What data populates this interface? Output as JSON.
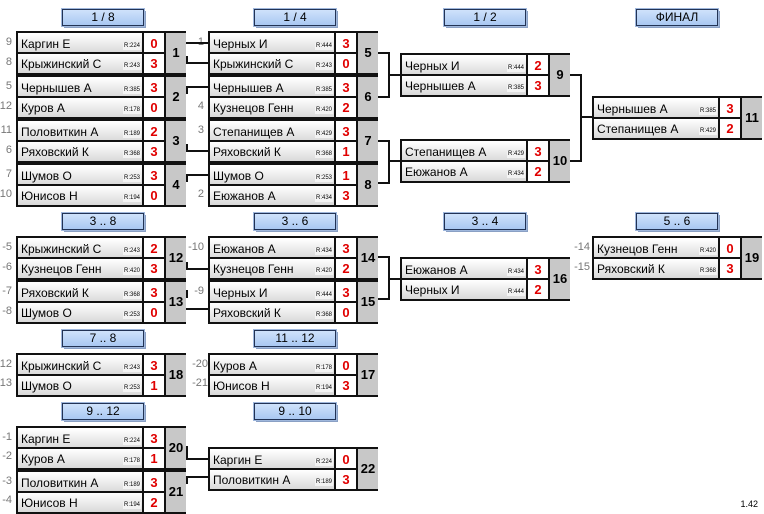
{
  "version": "1.42",
  "headers": {
    "r1": "1 / 8",
    "r2": "1 / 4",
    "r3": "1 / 2",
    "final": "ФИНАЛ",
    "p3_8": "3 .. 8",
    "p3_6": "3 .. 6",
    "p3_4": "3 .. 4",
    "p5_6": "5 .. 6",
    "p7_8": "7 .. 8",
    "p11_12": "11 .. 12",
    "p9_12": "9 .. 12",
    "p9_10": "9 .. 10"
  },
  "seeds": {
    "m1": [
      "9",
      "8"
    ],
    "m2": [
      "5",
      "12"
    ],
    "m3": [
      "11",
      "6"
    ],
    "m4": [
      "7",
      "10"
    ],
    "m5": [
      "1",
      ""
    ],
    "m6": [
      "",
      "4"
    ],
    "m7": [
      "3",
      ""
    ],
    "m8": [
      "",
      "2"
    ],
    "m12": [
      "-5",
      "-6"
    ],
    "m13": [
      "-7",
      "-8"
    ],
    "m14": [
      "-10",
      ""
    ],
    "m15": [
      "-9",
      ""
    ],
    "m18": [
      "-12",
      "-13"
    ],
    "m17": [
      "-20",
      "-21"
    ],
    "m19": [
      "-14",
      "-15"
    ],
    "m20": [
      "-1",
      "-2"
    ],
    "m21": [
      "-3",
      "-4"
    ]
  },
  "matches": {
    "m1": {
      "num": "1",
      "p1": {
        "name": "Каргин Е",
        "rating": "R:224",
        "score": "0"
      },
      "p2": {
        "name": "Крыжинский С",
        "rating": "R:243",
        "score": "3"
      }
    },
    "m2": {
      "num": "2",
      "p1": {
        "name": "Чернышев А",
        "rating": "R:385",
        "score": "3"
      },
      "p2": {
        "name": "Куров А",
        "rating": "R:178",
        "score": "0"
      }
    },
    "m3": {
      "num": "3",
      "p1": {
        "name": "Половиткин А",
        "rating": "R:189",
        "score": "2"
      },
      "p2": {
        "name": "Ряховский К",
        "rating": "R:368",
        "score": "3"
      }
    },
    "m4": {
      "num": "4",
      "p1": {
        "name": "Шумов О",
        "rating": "R:253",
        "score": "3"
      },
      "p2": {
        "name": "Юнисов Н",
        "rating": "R:194",
        "score": "0"
      }
    },
    "m5": {
      "num": "5",
      "p1": {
        "name": "Черных И",
        "rating": "R:444",
        "score": "3"
      },
      "p2": {
        "name": "Крыжинский С",
        "rating": "R:243",
        "score": "0"
      }
    },
    "m6": {
      "num": "6",
      "p1": {
        "name": "Чернышев А",
        "rating": "R:385",
        "score": "3"
      },
      "p2": {
        "name": "Кузнецов Генн",
        "rating": "R:420",
        "score": "2"
      }
    },
    "m7": {
      "num": "7",
      "p1": {
        "name": "Степанищев А",
        "rating": "R:429",
        "score": "3"
      },
      "p2": {
        "name": "Ряховский К",
        "rating": "R:368",
        "score": "1"
      }
    },
    "m8": {
      "num": "8",
      "p1": {
        "name": "Шумов О",
        "rating": "R:253",
        "score": "1"
      },
      "p2": {
        "name": "Еюжанов А",
        "rating": "R:434",
        "score": "3"
      }
    },
    "m9": {
      "num": "9",
      "p1": {
        "name": "Черных И",
        "rating": "R:444",
        "score": "2"
      },
      "p2": {
        "name": "Чернышев А",
        "rating": "R:385",
        "score": "3"
      }
    },
    "m10": {
      "num": "10",
      "p1": {
        "name": "Степанищев А",
        "rating": "R:429",
        "score": "3"
      },
      "p2": {
        "name": "Еюжанов А",
        "rating": "R:434",
        "score": "2"
      }
    },
    "m11": {
      "num": "11",
      "p1": {
        "name": "Чернышев А",
        "rating": "R:385",
        "score": "3"
      },
      "p2": {
        "name": "Степанищев А",
        "rating": "R:429",
        "score": "2"
      }
    },
    "m12": {
      "num": "12",
      "p1": {
        "name": "Крыжинский С",
        "rating": "R:243",
        "score": "2"
      },
      "p2": {
        "name": "Кузнецов Генн",
        "rating": "R:420",
        "score": "3"
      }
    },
    "m13": {
      "num": "13",
      "p1": {
        "name": "Ряховский К",
        "rating": "R:368",
        "score": "3"
      },
      "p2": {
        "name": "Шумов О",
        "rating": "R:253",
        "score": "0"
      }
    },
    "m14": {
      "num": "14",
      "p1": {
        "name": "Еюжанов А",
        "rating": "R:434",
        "score": "3"
      },
      "p2": {
        "name": "Кузнецов Генн",
        "rating": "R:420",
        "score": "2"
      }
    },
    "m15": {
      "num": "15",
      "p1": {
        "name": "Черных И",
        "rating": "R:444",
        "score": "3"
      },
      "p2": {
        "name": "Ряховский К",
        "rating": "R:368",
        "score": "0"
      }
    },
    "m16": {
      "num": "16",
      "p1": {
        "name": "Еюжанов А",
        "rating": "R:434",
        "score": "3"
      },
      "p2": {
        "name": "Черных И",
        "rating": "R:444",
        "score": "2"
      }
    },
    "m19": {
      "num": "19",
      "p1": {
        "name": "Кузнецов Генн",
        "rating": "R:420",
        "score": "0"
      },
      "p2": {
        "name": "Ряховский К",
        "rating": "R:368",
        "score": "3"
      }
    },
    "m18": {
      "num": "18",
      "p1": {
        "name": "Крыжинский С",
        "rating": "R:243",
        "score": "3"
      },
      "p2": {
        "name": "Шумов О",
        "rating": "R:253",
        "score": "1"
      }
    },
    "m17": {
      "num": "17",
      "p1": {
        "name": "Куров А",
        "rating": "R:178",
        "score": "0"
      },
      "p2": {
        "name": "Юнисов Н",
        "rating": "R:194",
        "score": "3"
      }
    },
    "m20": {
      "num": "20",
      "p1": {
        "name": "Каргин Е",
        "rating": "R:224",
        "score": "3"
      },
      "p2": {
        "name": "Куров А",
        "rating": "R:178",
        "score": "1"
      }
    },
    "m21": {
      "num": "21",
      "p1": {
        "name": "Половиткин А",
        "rating": "R:189",
        "score": "3"
      },
      "p2": {
        "name": "Юнисов Н",
        "rating": "R:194",
        "score": "2"
      }
    },
    "m22": {
      "num": "22",
      "p1": {
        "name": "Каргин Е",
        "rating": "R:224",
        "score": "0"
      },
      "p2": {
        "name": "Половиткин А",
        "rating": "R:189",
        "score": "3"
      }
    }
  }
}
